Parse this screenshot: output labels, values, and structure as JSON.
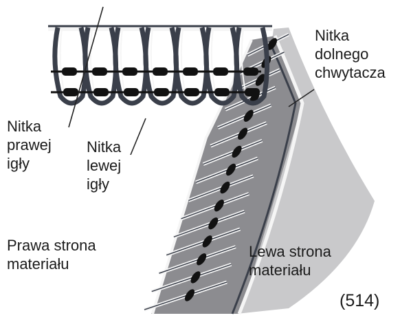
{
  "labels": {
    "looper_thread": [
      "Nitka",
      "dolnego",
      "chwytacza"
    ],
    "right_needle_thread": [
      "Nitka",
      "prawej",
      "igły"
    ],
    "left_needle_thread": [
      "Nitka",
      "lewej",
      "igły"
    ],
    "right_side_fabric": [
      "Prawa strona",
      "materiału"
    ],
    "left_side_fabric": [
      "Lewa strona",
      "materiału"
    ],
    "figure_number": "(514)"
  },
  "colors": {
    "fabric_wrong_side": "#c9c9cb",
    "fabric_right_side": "#8c8c90",
    "thread_dark": "#3a3f4a",
    "thread_light": "#f5f5f5",
    "stitch_black": "#111111"
  }
}
